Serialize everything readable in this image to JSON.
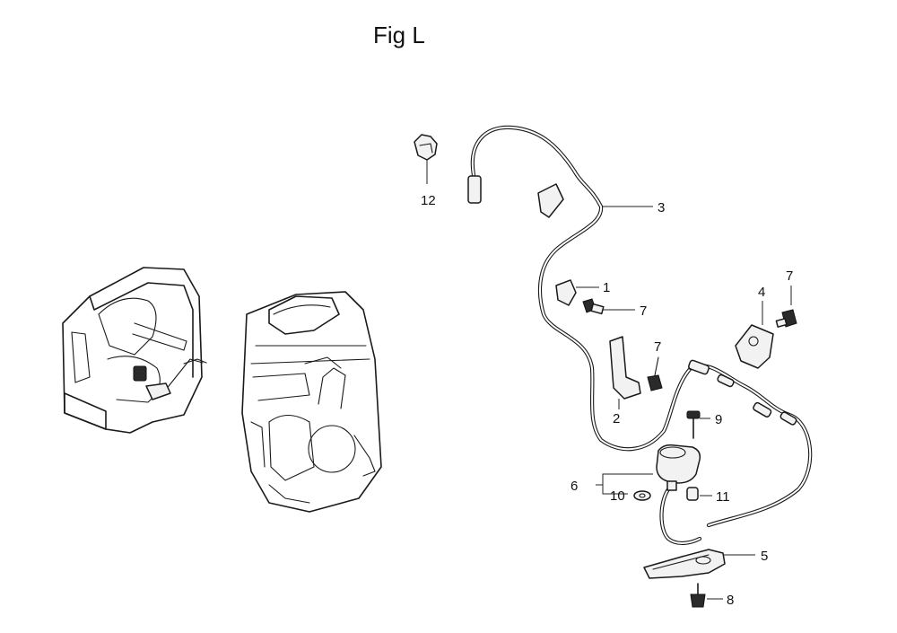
{
  "title": "Fig L",
  "callouts": {
    "c1": "1",
    "c2": "2",
    "c3": "3",
    "c4": "4",
    "c5": "5",
    "c6": "6",
    "c7a": "7",
    "c7b": "7",
    "c7c": "7",
    "c8": "8",
    "c9": "9",
    "c10": "10",
    "c11": "11",
    "c12": "12"
  }
}
